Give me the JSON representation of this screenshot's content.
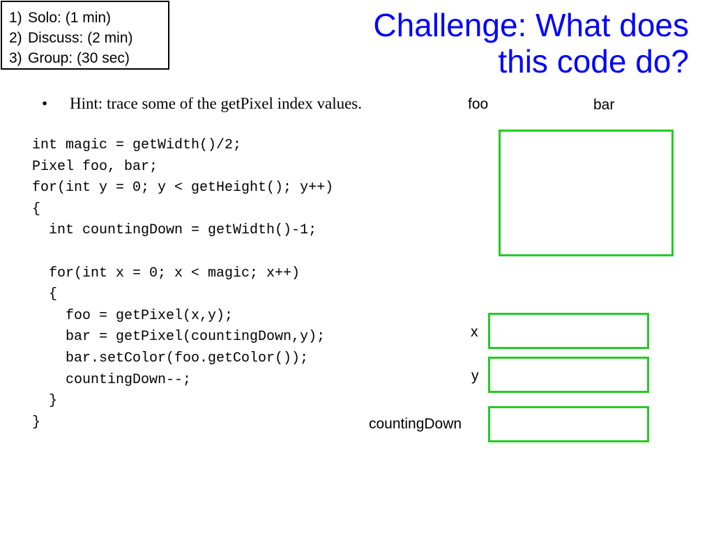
{
  "steps": [
    {
      "num": "1)",
      "text": "Solo: (1 min)"
    },
    {
      "num": "2)",
      "text": "Discuss: (2 min)"
    },
    {
      "num": "3)",
      "text": "Group: (30 sec)"
    }
  ],
  "title": {
    "line1": "Challenge: What does",
    "line2": "this code do?"
  },
  "title_color": "#0000ff",
  "hint": {
    "bullet": "•",
    "text": "Hint: trace some of the getPixel index values."
  },
  "code": [
    "int magic = getWidth()/2;",
    "Pixel foo, bar;",
    "for(int y = 0; y < getHeight(); y++)",
    "{",
    "  int countingDown = getWidth()-1;",
    "",
    "  for(int x = 0; x < magic; x++)",
    "  {",
    "    foo = getPixel(x,y);",
    "    bar = getPixel(countingDown,y);",
    "    bar.setColor(foo.getColor());",
    "    countingDown--;",
    "  }",
    "}"
  ],
  "labels": {
    "foo": "foo",
    "bar": "bar",
    "x": "x",
    "y": "y",
    "countingDown": "countingDown"
  },
  "box_color": "#22cc22"
}
